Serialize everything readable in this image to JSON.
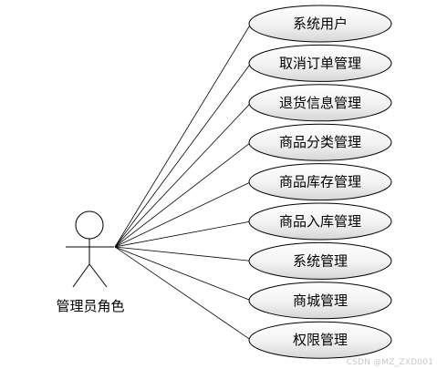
{
  "actor": {
    "label": "管理员角色"
  },
  "use_cases": [
    {
      "label": "系统用户"
    },
    {
      "label": "取消订单管理"
    },
    {
      "label": "退货信息管理"
    },
    {
      "label": "商品分类管理"
    },
    {
      "label": "商品库存管理"
    },
    {
      "label": "商品入库管理"
    },
    {
      "label": "系统管理"
    },
    {
      "label": "商城管理"
    },
    {
      "label": "权限管理"
    }
  ],
  "watermark": "CSDN @MZ_ZXD001",
  "colors": {
    "ellipse_fill_top": "#ffffff",
    "ellipse_fill_bottom": "#d9d9d9",
    "stroke": "#000000"
  }
}
